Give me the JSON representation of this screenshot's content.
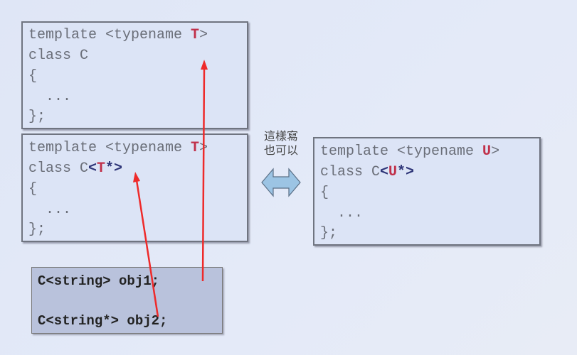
{
  "box1": {
    "lines": [
      "template <typename ",
      "T",
      ">",
      "class C",
      "{",
      "  ...",
      "};"
    ]
  },
  "box2": {
    "line1a": "template <typename ",
    "line1b": "T",
    "line1c": ">",
    "line2a": "class C",
    "line2b": "<",
    "line2c": "T",
    "line2d": "*>",
    "line3": "{",
    "line4": "  ...",
    "line5": "};"
  },
  "box3": {
    "line1a": "template <typename ",
    "line1b": "U",
    "line1c": ">",
    "line2a": "class C",
    "line2b": "<",
    "line2c": "U",
    "line2d": "*>",
    "line3": "{",
    "line4": "  ...",
    "line5": "};"
  },
  "note": {
    "line1": "這樣寫",
    "line2": "也可以"
  },
  "usage": {
    "line1": "C<string> obj1;",
    "line2": "C<string*> obj2;"
  },
  "colors": {
    "param": "#c0304a",
    "specialization": "#2e3578",
    "arrow": "#ee2a2a",
    "double_arrow": "#9cc4e4"
  },
  "icons": [
    "double-arrow-icon",
    "red-arrow-icon"
  ]
}
